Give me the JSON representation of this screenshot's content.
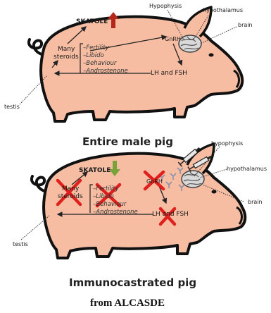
{
  "top": {
    "hypophysis": "Hypophysis",
    "hypothalamus": "hypothalamus",
    "brain": "brain",
    "skatole": "SKATOLE",
    "gnrh": "GnRH",
    "many_steroids": [
      "Many",
      "steroids"
    ],
    "effects": [
      "–Fertility",
      "–Libido",
      "–Behaviour",
      "–Androstenone"
    ],
    "lh_fsh": "LH and FSH",
    "testis": "testis",
    "caption": "Entire male pig"
  },
  "bottom": {
    "hypophysis": "hypophysis",
    "hypothalamus": "hypothalamus",
    "brain": "brain",
    "skatole": "SKATOLE",
    "gnrh": "GnRH",
    "many_steroids": [
      "Many",
      "steroids"
    ],
    "effects": [
      "–Fertility",
      "–Libido",
      "–Behaviour",
      "–Androstenone"
    ],
    "lh_fsh": "LH and FSH",
    "testis": "testis",
    "caption": "Immunocastrated pig"
  },
  "credit": "from ALCASDE",
  "colors": {
    "body": "#f6bda2",
    "outline": "#111111",
    "up_arrow": "#b5271c",
    "down_arrow": "#7aa23a",
    "cross": "#e0201c",
    "antibody": "#8a8fa8"
  }
}
